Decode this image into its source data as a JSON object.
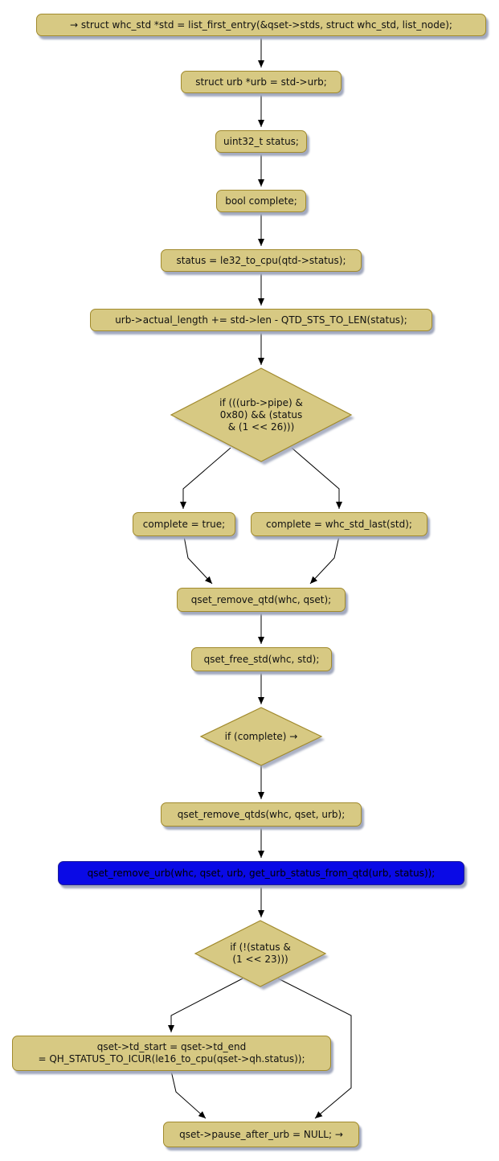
{
  "diagram": {
    "type": "flowchart",
    "colors": {
      "background": "#FFFFFF",
      "node_fill": "#D7C983",
      "node_border": "#A18A2D",
      "highlight_fill": "#0A0AE6",
      "highlight_border": "#1E1E96",
      "shadow": "#A2A9BE",
      "arrow": "#000000",
      "text": "#111111"
    },
    "nodes": [
      {
        "id": "std-init",
        "type": "process",
        "label": "→ struct whc_std *std = list_first_entry(&qset->stds, struct whc_std, list_node);"
      },
      {
        "id": "urb-init",
        "type": "process",
        "label": "struct urb *urb = std->urb;"
      },
      {
        "id": "status-decl",
        "type": "process",
        "label": "uint32_t status;"
      },
      {
        "id": "complete-decl",
        "type": "process",
        "label": "bool complete;"
      },
      {
        "id": "status-assign",
        "type": "process",
        "label": "status = le32_to_cpu(qtd->status);"
      },
      {
        "id": "actual-length",
        "type": "process",
        "label": "urb->actual_length += std->len - QTD_STS_TO_LEN(status);"
      },
      {
        "id": "if-pipe-status",
        "type": "decision",
        "label": "if (((urb->pipe) &\n0x80) && (status\n& (1 << 26)))"
      },
      {
        "id": "complete-true",
        "type": "process",
        "label": "complete = true;"
      },
      {
        "id": "complete-whc-std-last",
        "type": "process",
        "label": "complete = whc_std_last(std);"
      },
      {
        "id": "qset-remove-qtd",
        "type": "process",
        "label": "qset_remove_qtd(whc, qset);"
      },
      {
        "id": "qset-free-std",
        "type": "process",
        "label": "qset_free_std(whc, std);"
      },
      {
        "id": "if-complete",
        "type": "decision",
        "label": "if (complete) →"
      },
      {
        "id": "qset-remove-qtds",
        "type": "process",
        "label": "qset_remove_qtds(whc, qset, urb);"
      },
      {
        "id": "qset-remove-urb",
        "type": "process-highlight",
        "label": "qset_remove_urb(whc, qset, urb, get_urb_status_from_qtd(urb, status));"
      },
      {
        "id": "if-status-23",
        "type": "decision",
        "label": "if (!(status &\n(1 << 23)))"
      },
      {
        "id": "td-start-assign",
        "type": "process",
        "label": "qset->td_start = qset->td_end\n= QH_STATUS_TO_ICUR(le16_to_cpu(qset->qh.status));"
      },
      {
        "id": "pause-after-urb",
        "type": "process",
        "label": "qset->pause_after_urb = NULL; →"
      }
    ],
    "edges": [
      {
        "from": "std-init",
        "to": "urb-init"
      },
      {
        "from": "urb-init",
        "to": "status-decl"
      },
      {
        "from": "status-decl",
        "to": "complete-decl"
      },
      {
        "from": "complete-decl",
        "to": "status-assign"
      },
      {
        "from": "status-assign",
        "to": "actual-length"
      },
      {
        "from": "actual-length",
        "to": "if-pipe-status"
      },
      {
        "from": "if-pipe-status",
        "to": "complete-true"
      },
      {
        "from": "if-pipe-status",
        "to": "complete-whc-std-last"
      },
      {
        "from": "complete-true",
        "to": "qset-remove-qtd"
      },
      {
        "from": "complete-whc-std-last",
        "to": "qset-remove-qtd"
      },
      {
        "from": "qset-remove-qtd",
        "to": "qset-free-std"
      },
      {
        "from": "qset-free-std",
        "to": "if-complete"
      },
      {
        "from": "if-complete",
        "to": "qset-remove-qtds"
      },
      {
        "from": "qset-remove-qtds",
        "to": "qset-remove-urb"
      },
      {
        "from": "qset-remove-urb",
        "to": "if-status-23"
      },
      {
        "from": "if-status-23",
        "to": "td-start-assign"
      },
      {
        "from": "if-status-23",
        "to": "pause-after-urb"
      },
      {
        "from": "td-start-assign",
        "to": "pause-after-urb"
      }
    ]
  }
}
